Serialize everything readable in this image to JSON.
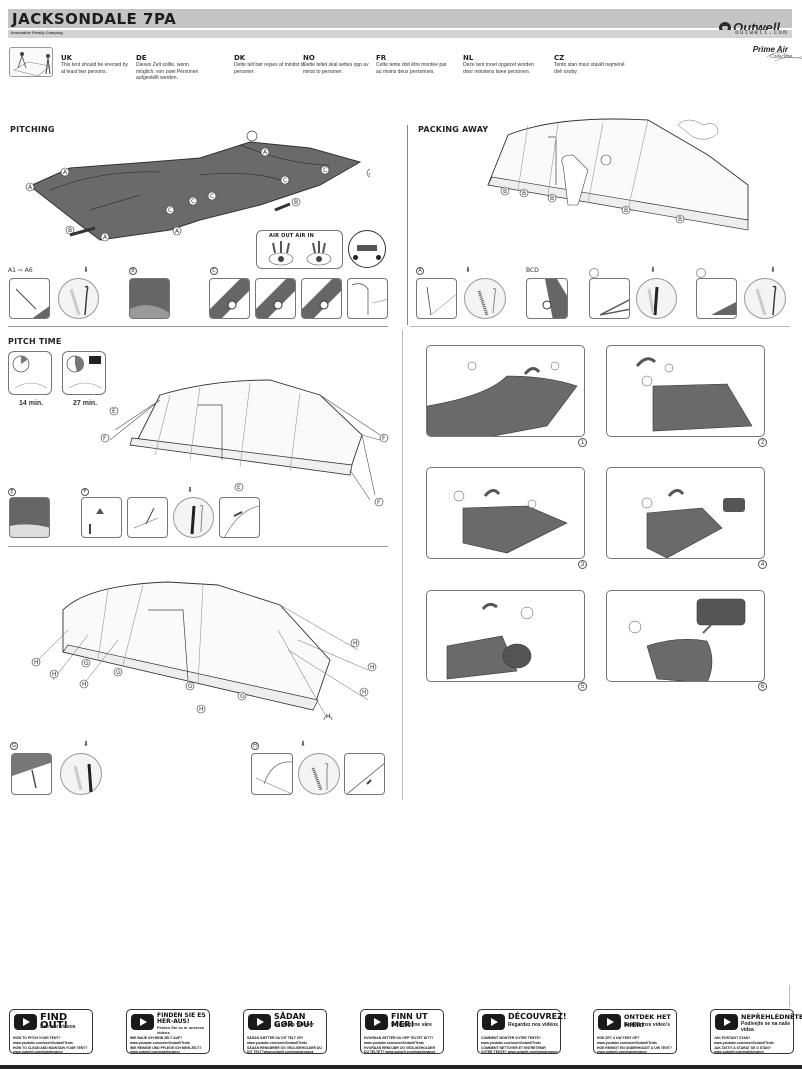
{
  "header": {
    "title": "JACKSONDALE 7PA",
    "tagline": "Innovative Family Camping",
    "brand": "Outwell",
    "url": "outwell.com",
    "collection": "Prime Air",
    "collection_sub": "Collection"
  },
  "warning": [
    {
      "code": "UK",
      "text": "This tent should be erected by at least two persons."
    },
    {
      "code": "DE",
      "text": "Dieses Zelt sollte, wenn möglich, von zwei Personen aufgestellt werden."
    },
    {
      "code": "DK",
      "text": "Dette telt bør rejses af mindst to personer."
    },
    {
      "code": "NO",
      "text": "Dette teltet skal settes opp av minst to personer."
    },
    {
      "code": "FR",
      "text": "Cette tente doit être montée par au moins deux personnes."
    },
    {
      "code": "NL",
      "text": "Deze tent moet opgezet worden door minstens twee personen."
    },
    {
      "code": "CZ",
      "text": "Tento stan musí stavět nejméně dvě osoby."
    }
  ],
  "pitching": {
    "title": "PITCHING",
    "labels": {
      "a1": "A1",
      "a2": "A2",
      "a3": "A3",
      "a4": "A4",
      "a5": "A5",
      "a6": "A6",
      "b": "B",
      "c": "C"
    },
    "air_title": "AIR OUT AIR IN",
    "steps": {
      "a_range": "A1 ⇨ A6",
      "b": "B",
      "c": "C"
    }
  },
  "pitch_time": {
    "title": "PITCH TIME",
    "times": [
      "14 min.",
      "27 min."
    ],
    "labels": {
      "e": "E",
      "f": "F"
    }
  },
  "section3": {
    "labels": {
      "g": "G",
      "h": "H"
    }
  },
  "packing": {
    "title": "PACKING AWAY",
    "labels": {
      "a": "A",
      "bcd": "BCD",
      "b": "B"
    },
    "steps": [
      "1",
      "2",
      "3",
      "4",
      "5",
      "6"
    ]
  },
  "videos": [
    {
      "title": "FIND OUT!",
      "subtitle": "See our videos",
      "lines": [
        "HOW TO PITCH YOUR TENT?",
        "www.youtube.com/user/OutwellTents",
        "HOW TO CLEAN AND MAINTAIN YOUR TENT?",
        "www.outwell.com/maintenance"
      ]
    },
    {
      "title": "FINDEN SIE ES HER-AUS!",
      "subtitle": "Finden Sie es in unseren videos",
      "lines": [
        "WIE BAUE ICH MEIN ZELT AUF?",
        "www.youtube.com/user/OutwellTents",
        "WIE REINIGE UND PFLEGE ICH MEIN ZELT?",
        "www.outwell.com/maintenance"
      ]
    },
    {
      "title": "SÅDAN GØR DU!",
      "subtitle": "Se vores videoer",
      "lines": [
        "SÅDAN SÆTTER DU DIT TELT OP!",
        "www.youtube.com/user/OutwellTents",
        "SÅDAN RENGØRER OG VEDLIGEHOLDER DU",
        "DIT TELT?www.outwell.com/maintenance"
      ]
    },
    {
      "title": "FINN UT MER!",
      "subtitle": "Se videoene våre",
      "lines": [
        "HVORDAN SETTER DU OPP TELTET DITT?",
        "www.youtube.com/user/OutwellTents",
        "HVORDAN RENGJØR OG VEDLIKEHOLDER",
        "DU TELTET? www.outwell.com/maintenance"
      ]
    },
    {
      "title": "DÉCOUVREZ!",
      "subtitle": "Regardez nos vidéos",
      "lines": [
        "COMMENT MONTER VOTRE TENTE?",
        "www.youtube.com/user/OutwellTents",
        "COMMENT NETTOYER ET ENTRETENIR",
        "VOTRE TENTE? www.outwell.com/maintenance"
      ]
    },
    {
      "title": "ONTDEK HET HIER!",
      "subtitle": "Bekijk onze video's",
      "lines": [
        "HOE ZET U UW TENT OP?",
        "www.youtube.com/user/OutwellTents",
        "HOE REINIGT EN ONDERHOUDT U UW TENT?",
        "www.outwell.com/maintenance"
      ]
    },
    {
      "title": "NEPŘEHLÉDNĚTE!",
      "subtitle": "Podívejte se na naše videa",
      "lines": [
        "JAK POSTAVIT STAN?",
        "www.youtube.com/user/OutwellTents",
        "JAK ČISTIT A STARAT SE O STAN?",
        "www.outwell.com/maintenance"
      ]
    }
  ]
}
